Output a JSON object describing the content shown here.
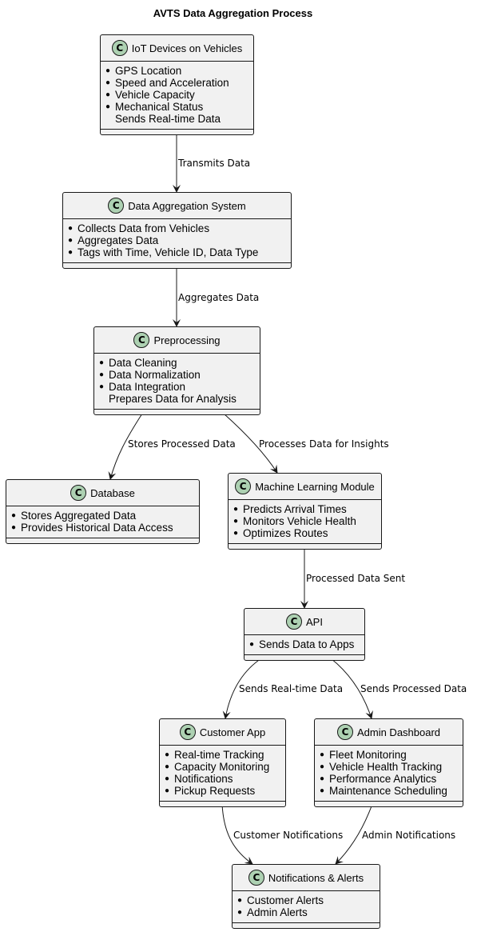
{
  "title": "AVTS Data Aggregation Process",
  "icon_letter": "C",
  "colors": {
    "node_fill": "#f1f1f1",
    "node_border": "#181818",
    "icon_fill": "#add1b2",
    "edge": "#181818"
  },
  "nodes": {
    "iot": {
      "name": "IoT Devices on Vehicles",
      "items": [
        "GPS Location",
        "Speed and Acceleration",
        "Vehicle Capacity",
        "Mechanical Status"
      ],
      "note": "Sends Real-time Data"
    },
    "aggregation": {
      "name": "Data Aggregation System",
      "items": [
        "Collects Data from Vehicles",
        "Aggregates Data",
        "Tags with Time, Vehicle ID, Data Type"
      ],
      "note": ""
    },
    "preprocessing": {
      "name": "Preprocessing",
      "items": [
        "Data Cleaning",
        "Data Normalization",
        "Data Integration"
      ],
      "note": "Prepares Data for Analysis"
    },
    "database": {
      "name": "Database",
      "items": [
        "Stores Aggregated Data",
        "Provides Historical Data Access"
      ],
      "note": ""
    },
    "ml": {
      "name": "Machine Learning Module",
      "items": [
        "Predicts Arrival Times",
        "Monitors Vehicle Health",
        "Optimizes Routes"
      ],
      "note": ""
    },
    "api": {
      "name": "API",
      "items": [
        "Sends Data to Apps"
      ],
      "note": ""
    },
    "customer_app": {
      "name": "Customer App",
      "items": [
        "Real-time Tracking",
        "Capacity Monitoring",
        "Notifications",
        "Pickup Requests"
      ],
      "note": ""
    },
    "admin_dashboard": {
      "name": "Admin Dashboard",
      "items": [
        "Fleet Monitoring",
        "Vehicle Health Tracking",
        "Performance Analytics",
        "Maintenance Scheduling"
      ],
      "note": ""
    },
    "notifications": {
      "name": "Notifications & Alerts",
      "items": [
        "Customer Alerts",
        "Admin Alerts"
      ],
      "note": ""
    }
  },
  "edges": [
    {
      "id": "iot-aggregation",
      "from": "iot",
      "to": "aggregation",
      "label": "Transmits Data"
    },
    {
      "id": "aggregation-preprocessing",
      "from": "aggregation",
      "to": "preprocessing",
      "label": "Aggregates Data"
    },
    {
      "id": "preprocessing-database",
      "from": "preprocessing",
      "to": "database",
      "label": "Stores Processed Data"
    },
    {
      "id": "preprocessing-ml",
      "from": "preprocessing",
      "to": "ml",
      "label": "Processes Data for Insights"
    },
    {
      "id": "ml-api",
      "from": "ml",
      "to": "api",
      "label": "Processed Data Sent"
    },
    {
      "id": "api-customer",
      "from": "api",
      "to": "customer_app",
      "label": "Sends Real-time Data"
    },
    {
      "id": "api-admin",
      "from": "api",
      "to": "admin_dashboard",
      "label": "Sends Processed Data"
    },
    {
      "id": "customer-notifications",
      "from": "customer_app",
      "to": "notifications",
      "label": "Customer Notifications"
    },
    {
      "id": "admin-notifications",
      "from": "admin_dashboard",
      "to": "notifications",
      "label": "Admin Notifications"
    }
  ]
}
